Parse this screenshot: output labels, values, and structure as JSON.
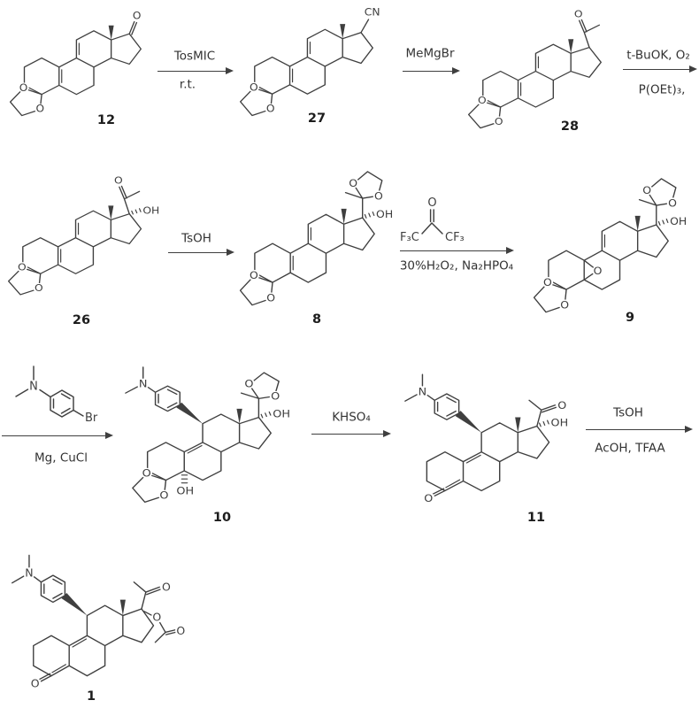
{
  "page": {
    "background": "#ffffff",
    "ink": "#3f3f3f"
  },
  "scheme": {
    "compounds": [
      {
        "number": "12"
      },
      {
        "number": "27"
      },
      {
        "number": "28"
      },
      {
        "number": "26"
      },
      {
        "number": "8"
      },
      {
        "number": "9"
      },
      {
        "number": "10"
      },
      {
        "number": "11"
      },
      {
        "number": "1"
      }
    ],
    "steps": [
      {
        "above": "TosMIC",
        "below": "r.t."
      },
      {
        "above": "MeMgBr",
        "below": ""
      },
      {
        "above": "t-BuOK, O₂",
        "below": "P(OEt)₃,"
      },
      {
        "above": "TsOH",
        "below": ""
      },
      {
        "above": "",
        "below": "30%H₂O₂, Na₂HPO₄"
      },
      {
        "above": "",
        "below": "Mg, CuCl"
      },
      {
        "above": "KHSO₄",
        "below": ""
      },
      {
        "above": "TsOH",
        "below": "AcOH, TFAA"
      }
    ],
    "atom_labels": {
      "O": "O",
      "N": "N",
      "OH": "OH",
      "CN": "CN",
      "Br": "Br",
      "F3C": "F₃C",
      "CF3": "CF₃"
    }
  }
}
